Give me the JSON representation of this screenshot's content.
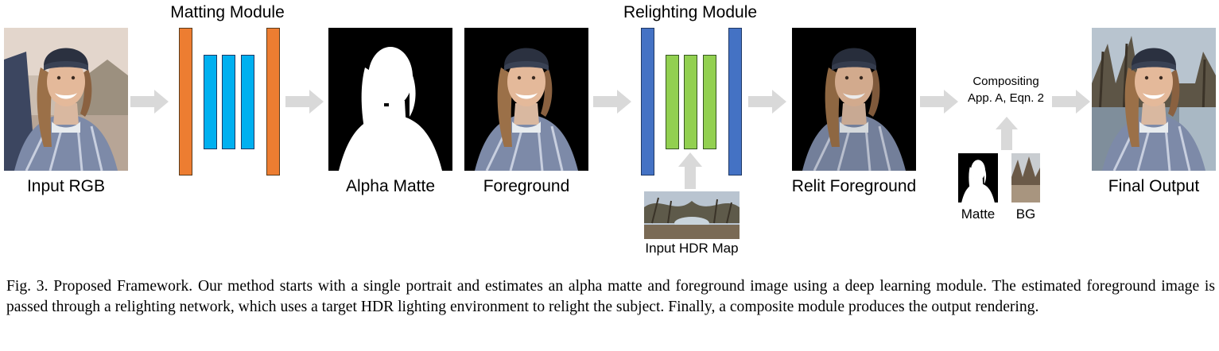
{
  "labels": {
    "input_rgb": "Input RGB",
    "matting_module": "Matting Module",
    "alpha_matte": "Alpha Matte",
    "foreground": "Foreground",
    "relighting_module": "Relighting Module",
    "input_hdr_map": "Input HDR Map",
    "relit_foreground": "Relit Foreground",
    "compositing_line1": "Compositing",
    "compositing_line2": "App. A, Eqn. 2",
    "matte": "Matte",
    "bg": "BG",
    "final_output": "Final Output"
  },
  "caption": "Fig. 3.  Proposed Framework. Our method starts with a single portrait and estimates an alpha matte and foreground image using a deep learning module. The estimated foreground image is passed through a relighting network, which uses a target HDR lighting environment to relight the subject. Finally, a composite module produces the output rendering.",
  "colors": {
    "matting_outer": "#ed7d31",
    "matting_inner": "#00b0f0",
    "relighting_outer": "#4472c4",
    "relighting_inner": "#92d050",
    "arrow": "#d9d9d9"
  },
  "icons": [
    "right-arrow-icon",
    "up-arrow-icon"
  ]
}
